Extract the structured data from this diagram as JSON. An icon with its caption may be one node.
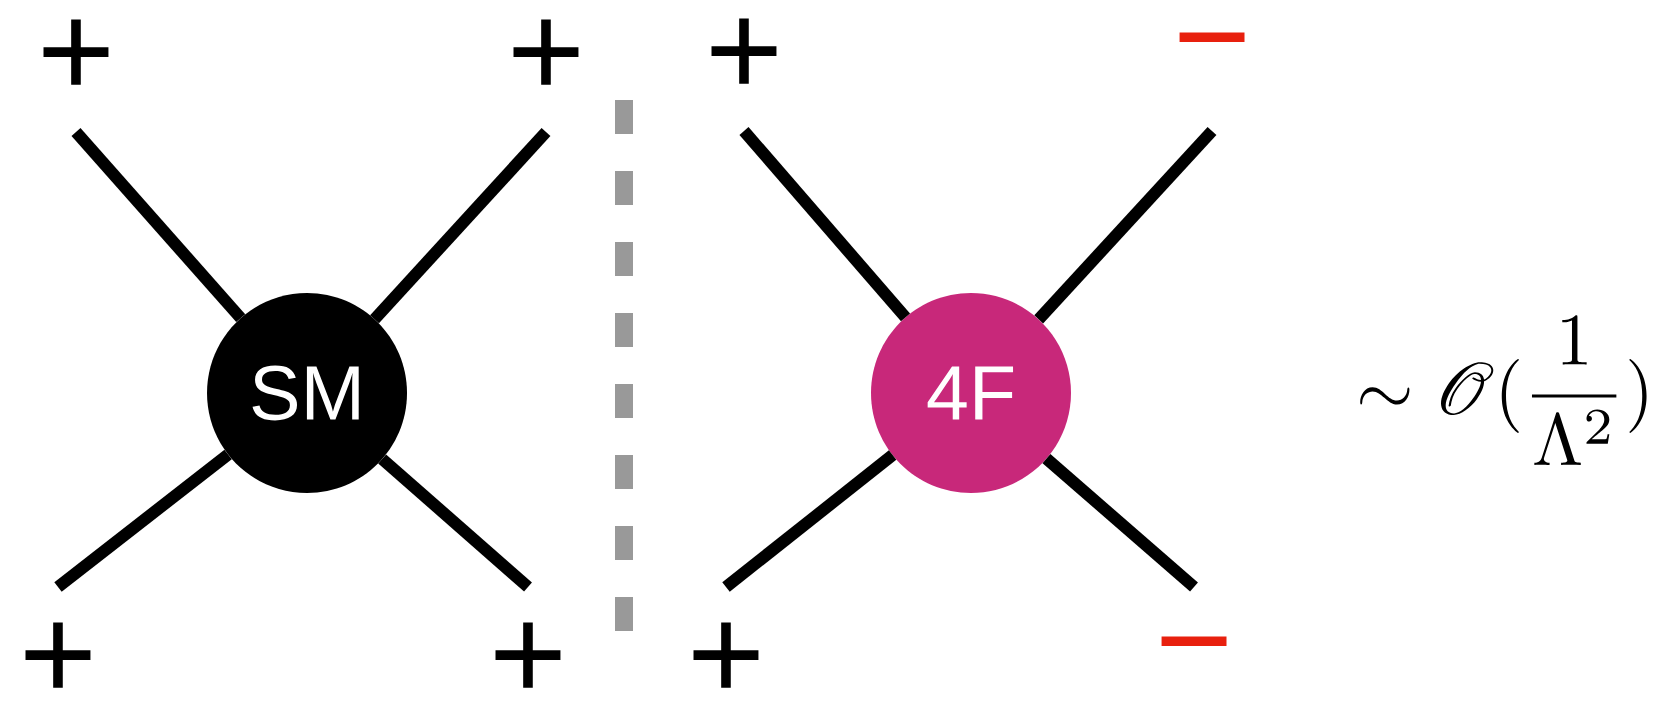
{
  "diagram": {
    "nodes": [
      {
        "text": [
          "SM"
        ]
      },
      {
        "text": [
          "4F"
        ]
      },
      {
        "text": [
          "+"
        ]
      },
      {
        "text": [
          "+"
        ]
      },
      {
        "text": [
          "+"
        ]
      },
      {
        "text": [
          "+"
        ]
      },
      {
        "text": [
          "+"
        ]
      },
      {
        "text": [
          "−"
        ]
      },
      {
        "text": [
          "+"
        ]
      },
      {
        "text": [
          "−"
        ]
      }
    ],
    "edges": [
      {
        "from": 0,
        "to": 2,
        "arrow": "none"
      },
      {
        "from": 0,
        "to": 3,
        "arrow": "none"
      },
      {
        "from": 0,
        "to": 4,
        "arrow": "none"
      },
      {
        "from": 0,
        "to": 5,
        "arrow": "none"
      },
      {
        "from": 1,
        "to": 6,
        "arrow": "none"
      },
      {
        "from": 1,
        "to": 7,
        "arrow": "none"
      },
      {
        "from": 1,
        "to": 8,
        "arrow": "none"
      },
      {
        "from": 1,
        "to": 9,
        "arrow": "none"
      }
    ],
    "labels": [
      "\\sim \\mathscr{O}(\\frac{1}{\\Lambda^2})"
    ]
  }
}
